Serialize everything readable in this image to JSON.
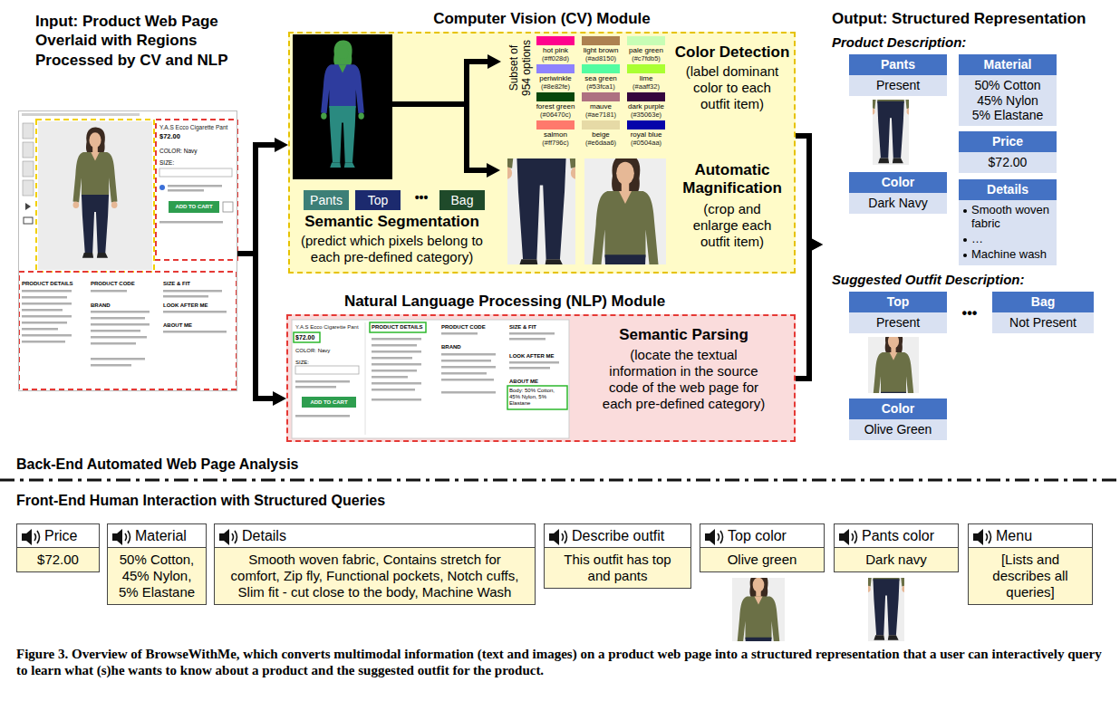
{
  "diagram": {
    "caption": "Figure 3. Overview of BrowseWithMe, which converts multimodal information (text and images) on a product web page into a structured representation that a user can interactively query to learn what (s)he wants to know about a product and the suggested outfit for the product.",
    "nodes": [
      {
        "text": [
          "Input: Product Web Page Overlaid with Regions Processed by CV and NLP"
        ]
      },
      {
        "text": [
          "Computer Vision (CV) Module"
        ]
      },
      {
        "text": [
          "Pants"
        ],
        "in": 1
      },
      {
        "text": [
          "Top"
        ],
        "in": 1
      },
      {
        "text": [
          "Bag"
        ],
        "in": 1
      },
      {
        "text": [
          "Natural Language Processing (NLP) Module"
        ]
      },
      {
        "text": [
          "Output: Structured Representation"
        ]
      },
      {
        "text": [
          "Pants",
          "Present"
        ],
        "in": 6
      },
      {
        "text": [
          "Material",
          "50% Cotton 45% Nylon 5% Elastane"
        ],
        "in": 6
      },
      {
        "text": [
          "Price",
          "$72.00"
        ],
        "in": 6
      },
      {
        "text": [
          "Color",
          "Dark Navy"
        ],
        "in": 6
      },
      {
        "text": [
          "Details",
          "Smooth woven fabric",
          "…",
          "Machine wash"
        ],
        "in": 6
      },
      {
        "text": [
          "Top",
          "Present"
        ],
        "in": 6
      },
      {
        "text": [
          "Bag",
          "Not Present"
        ],
        "in": 6
      },
      {
        "text": [
          "Color",
          "Olive Green"
        ],
        "in": 6
      },
      {
        "text": [
          "Price",
          "$72.00"
        ]
      },
      {
        "text": [
          "Material",
          "50% Cotton, 45% Nylon, 5% Elastane"
        ]
      },
      {
        "text": [
          "Details",
          "Smooth woven fabric, Contains stretch for comfort, Zip fly, Functional pockets, Notch cuffs, Slim fit - cut close to the body, Machine Wash"
        ]
      },
      {
        "text": [
          "Describe outfit",
          "This outfit has top and pants"
        ]
      },
      {
        "text": [
          "Top color",
          "Olive green"
        ]
      },
      {
        "text": [
          "Pants color",
          "Dark navy"
        ]
      },
      {
        "text": [
          "Menu",
          "[Lists and describes all queries]"
        ]
      }
    ],
    "edges": [
      {
        "from": 0,
        "to": 1,
        "arrow": "to"
      },
      {
        "from": 0,
        "to": 5,
        "arrow": "to"
      },
      {
        "from": 1,
        "to": 6,
        "arrow": "to"
      },
      {
        "from": 5,
        "to": 6,
        "arrow": "to"
      }
    ],
    "labels": [
      "Y.A.S Ecco Cigarette Pant",
      "$72.00",
      "COLOR: Navy",
      "SIZE:",
      "ADD TO CART",
      "PRODUCT DETAILS",
      "PRODUCT CODE",
      "SIZE & FIT",
      "BRAND",
      "LOOK AFTER ME",
      "ABOUT ME",
      "•••",
      "Semantic Segmentation",
      "(predict which pixels belong to each pre-defined category)",
      "Subset of 954 options",
      "(#ff028d)",
      "(#ad8150)",
      "(#c7fdb5)",
      "(#8e82fe)",
      "(#53fca1)",
      "(#aaff32)",
      "(#06470c)",
      "(#ae7181)",
      "(#35063e)",
      "(#ff796c)",
      "(#e6daa6)",
      "(#0504aa)",
      "Color Detection",
      "(label dominant color to each outfit item)",
      "Automatic Magnification",
      "(crop and enlarge each outfit item)",
      "Y.A.S Ecco Cigarette Pant",
      "$72.00",
      "COLOR: Navy",
      "SIZE:",
      "ADD TO CART",
      "PRODUCT DETAILS",
      "PRODUCT CODE",
      "BRAND",
      "SIZE & FIT",
      "LOOK AFTER ME",
      "ABOUT ME",
      "Body: 50% Cotton, 45% Nylon, 5% Elastane",
      "Semantic Parsing",
      "(locate the textual information in the source code of the web page for each pre-defined category)",
      "Product Description:",
      "Suggested Outfit Description:",
      "•••",
      "Back-End Automated Web Page Analysis",
      "Front-End Human Interaction with Structured Queries"
    ],
    "legend": [
      {
        "text": "hot pink",
        "color": "#ff028d"
      },
      {
        "text": "light brown",
        "color": "#ad8150"
      },
      {
        "text": "pale green",
        "color": "#c7fdb5"
      },
      {
        "text": "periwinkle",
        "color": "#8e82fe"
      },
      {
        "text": "sea green",
        "color": "#53fca1"
      },
      {
        "text": "lime",
        "color": "#aaff32"
      },
      {
        "text": "forest green",
        "color": "#06470c"
      },
      {
        "text": "mauve",
        "color": "#ae7181"
      },
      {
        "text": "dark purple",
        "color": "#35063e"
      },
      {
        "text": "salmon",
        "color": "#ff796c"
      },
      {
        "text": "beige",
        "color": "#e6daa6"
      },
      {
        "text": "royal blue",
        "color": "#0504aa"
      }
    ]
  }
}
